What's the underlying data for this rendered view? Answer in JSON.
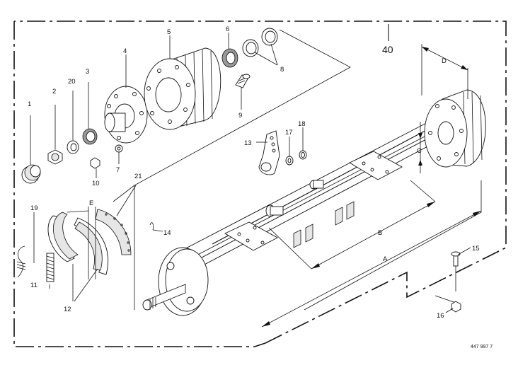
{
  "diagram": {
    "assembly_number": "40",
    "drawing_number": "447 997 7",
    "part_numbers": [
      "1",
      "2",
      "20",
      "3",
      "4",
      "5",
      "6",
      "8",
      "9",
      "7",
      "10",
      "13",
      "17",
      "18",
      "19",
      "21",
      "E",
      "14",
      "11",
      "12",
      "15",
      "16"
    ],
    "dimension_labels": [
      "A",
      "B",
      "C",
      "D"
    ]
  }
}
